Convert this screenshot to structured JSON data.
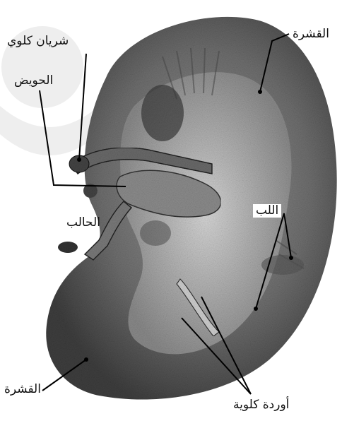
{
  "diagram": {
    "labels": {
      "renal_artery": "شريان كلوي",
      "pelvis": "الحويض",
      "ureter": "الحالب",
      "cortex_top": "القشرة",
      "medulla": "اللب",
      "cortex_bottom": "القشرة",
      "renal_veins": "أوردة كلوية"
    }
  }
}
